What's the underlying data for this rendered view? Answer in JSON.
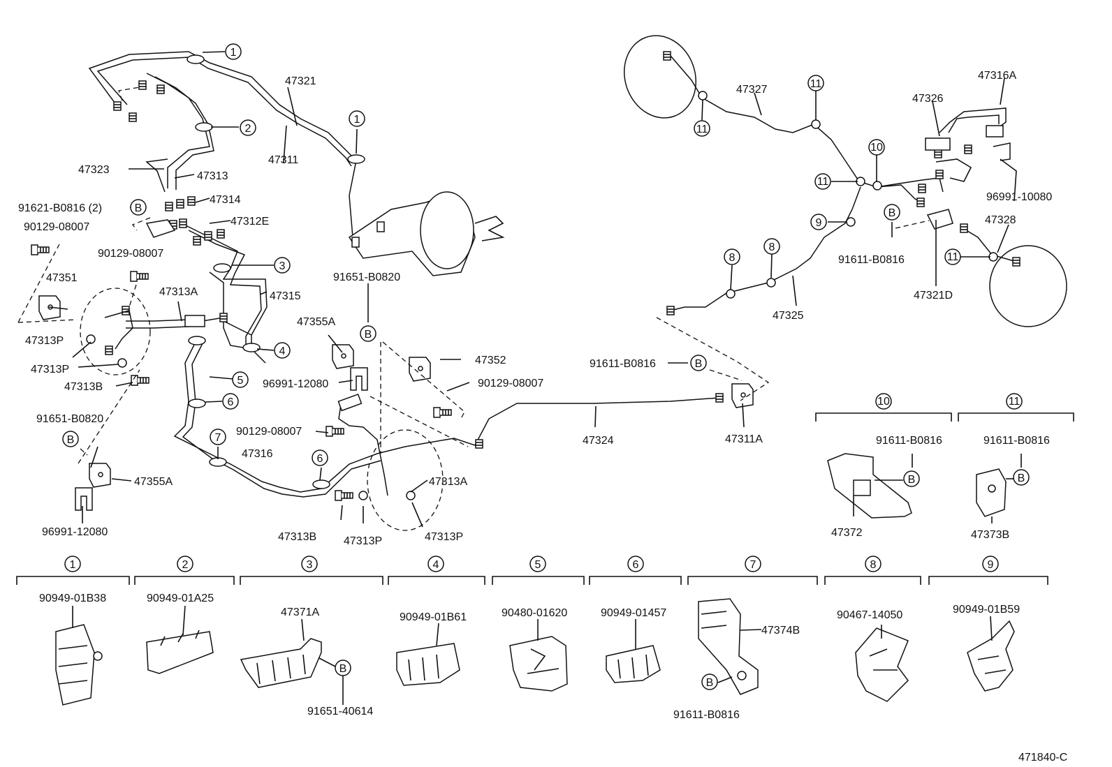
{
  "diagram_id": "471840-C",
  "callout_refs": {
    "b": "B",
    "n1": "1",
    "n2": "2",
    "n3": "3",
    "n4": "4",
    "n5": "5",
    "n6": "6",
    "n7": "7",
    "n8": "8",
    "n9": "9",
    "n10": "10",
    "n11": "11"
  },
  "main_labels": {
    "p47321": "47321",
    "p47311": "47311",
    "p47323": "47323",
    "p47313": "47313",
    "p47314": "47314",
    "p91621": "91621-B0816 (2)",
    "p47312E": "47312E",
    "p90129_a": "90129-08007",
    "p90129_b": "90129-08007",
    "p47351": "47351",
    "p47313A_top": "47313A",
    "p47315": "47315",
    "p47313P_1": "47313P",
    "p47313P_2": "47313P",
    "p47313B_1": "47313B",
    "p91651_B0820_left": "91651-B0820",
    "p47355A_left": "47355A",
    "p96991_12080_left": "96991-12080",
    "p91651_B0820_mid": "91651-B0820",
    "p47355A_mid": "47355A",
    "p96991_12080_mid": "96991-12080",
    "p47352": "47352",
    "p90129_c": "90129-08007",
    "p90129_d": "90129-08007",
    "p47316": "47316",
    "p47313A_bot": "47313A",
    "p47313B_2": "47313B",
    "p47313P_3": "47313P",
    "p47313P_4": "47313P",
    "p47324": "47324",
    "p47311A": "47311A",
    "p91611_mid": "91611-B0816"
  },
  "rear_labels": {
    "p47327": "47327",
    "p47326": "47326",
    "p47316A": "47316A",
    "p96991_10080": "96991-10080",
    "p47328": "47328",
    "p91611_rear": "91611-B0816",
    "p47321D": "47321D",
    "p47325": "47325"
  },
  "detail_labels": {
    "p47372": "47372",
    "p91611_10": "91611-B0816",
    "p47373B": "47373B",
    "p91611_11": "91611-B0816",
    "d1": "90949-01B38",
    "d2": "90949-01A25",
    "d3": "47371A",
    "d3b": "91651-40614",
    "d4": "90949-01B61",
    "d5": "90480-01620",
    "d6": "90949-01457",
    "d7": "47374B",
    "d7b": "91611-B0816",
    "d8": "90467-14050",
    "d9": "90949-01B59"
  }
}
